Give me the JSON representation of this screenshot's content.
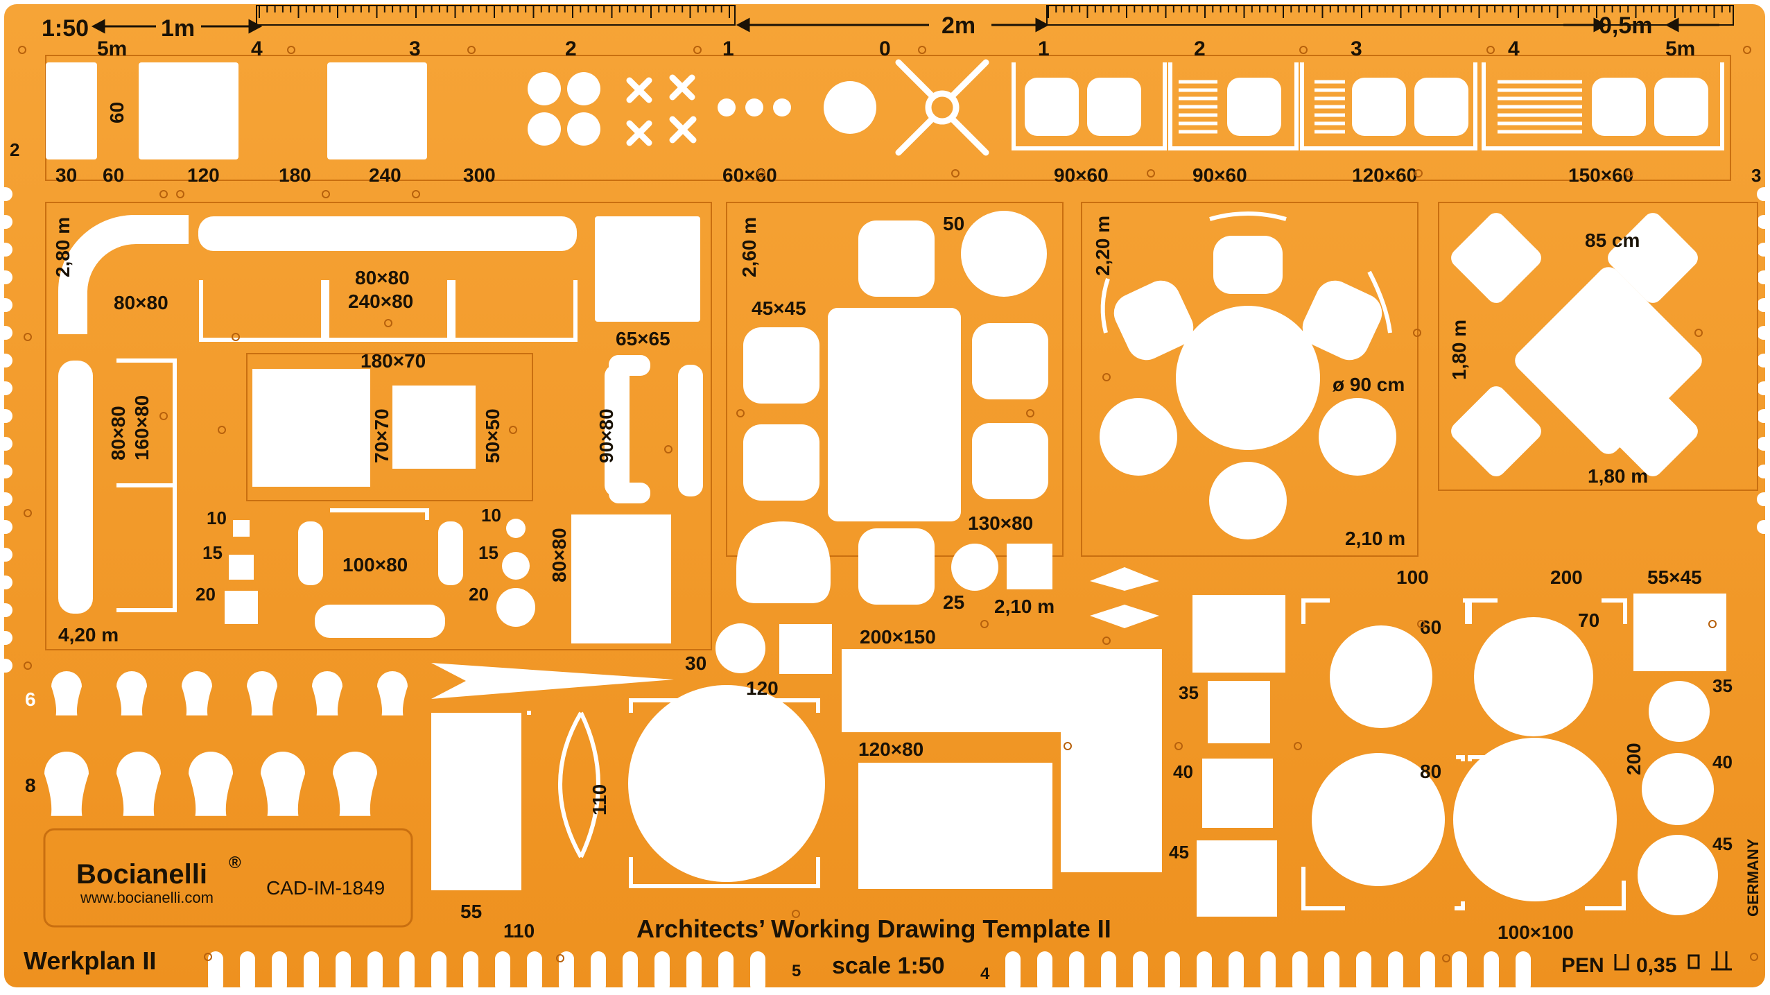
{
  "colors": {
    "plastic": "#f39a2a",
    "plastic_dark": "#e08418",
    "cutout": "#ffffff",
    "ink": "#1a1206",
    "line": "#c96f10"
  },
  "brand": {
    "name": "Bocianelli",
    "reg_mark": "®",
    "website": "www.bocianelli.com",
    "model": "CAD-IM-1849"
  },
  "title": "Architects’ Working Drawing Template II",
  "product_name": "Werkplan II",
  "scale_text": "scale 1:50",
  "pen_text": "PEN",
  "pen_size": "0,35",
  "country": "GERMANY",
  "ruler": {
    "scale": "1:50",
    "left_5m": "5m",
    "left_1m": "1m",
    "mid_2m": "2m",
    "right_05m": "0,5m",
    "right_5m": "5m",
    "numbers_left": [
      "4",
      "3",
      "2",
      "1",
      "0"
    ],
    "numbers_right": [
      "1",
      "2",
      "3",
      "4"
    ]
  },
  "side_marks": {
    "left_top": "2",
    "right_top": "3",
    "bottom_left": "5",
    "bottom_mid": "4",
    "row6": "6",
    "row8": "8"
  },
  "top_strip": {
    "dim_60": "60",
    "bottom_labels": [
      "30",
      "60",
      "120",
      "180",
      "240",
      "300"
    ],
    "label_6060": "60×60",
    "sink_labels": [
      "90×60",
      "90×60",
      "120×60",
      "150×60"
    ]
  },
  "sofa_section": {
    "len_280": "2,80 m",
    "corner": "80×80",
    "l1": "80×80",
    "l2": "240×80",
    "sq_6565": "65×65",
    "t_18070": "180×70",
    "t_7070": "70×70",
    "t_5050": "50×50",
    "chair_9080": "90×80",
    "v1": "80×80",
    "v2": "160×80",
    "s10": "10",
    "s15": "15",
    "s20": "20",
    "c10": "10",
    "c15": "15",
    "c20": "20",
    "b_10080": "100×80",
    "v_8080": "80×80",
    "len_420": "4,20 m"
  },
  "dining_section": {
    "len_260": "2,60 m",
    "d50": "50",
    "s4545": "45×45",
    "t13080": "130×80",
    "d25": "25",
    "len_210": "2,10 m"
  },
  "round_section": {
    "len_220": "2,20 m",
    "d90": "ø 90 cm",
    "len_210": "2,10 m"
  },
  "diamond_section": {
    "d85": "85 cm",
    "v180": "1,80 m",
    "h180": "1,80 m"
  },
  "bed_section": {
    "d30": "30",
    "d120": "120",
    "b200150": "200×150",
    "b12080": "120×80",
    "d110": "110",
    "d55": "55",
    "d110b": "110"
  },
  "right_section": {
    "d100": "100",
    "d200": "200",
    "d5545": "55×45",
    "d60": "60",
    "d70": "70",
    "d80": "80",
    "v200": "200",
    "d35": "35",
    "d40": "40",
    "d45": "45",
    "r35": "35",
    "r40": "40",
    "r45": "45",
    "d100100": "100×100"
  }
}
